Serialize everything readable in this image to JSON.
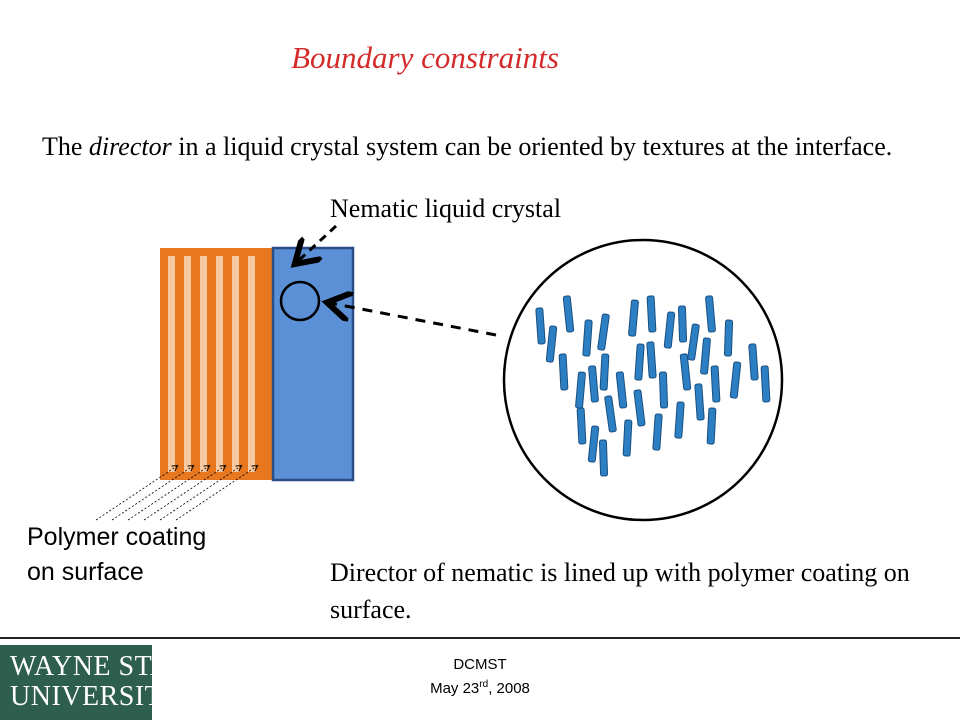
{
  "slide": {
    "title": "Boundary constraints",
    "intro_prefix": "The ",
    "intro_em": "director",
    "intro_suffix": " in a liquid crystal system can be oriented by textures at the interface.",
    "nematic_label": "Nematic liquid crystal",
    "polymer_label_line1": "Polymer coating",
    "polymer_label_line2": "on surface",
    "director_note": "Director of nematic is lined up with polymer coating on surface."
  },
  "footer": {
    "logo_line1": "WAYNE STATE",
    "logo_line2": "UNIVERSITY",
    "org": "DCMST",
    "date_prefix": "May 23",
    "date_sup": "rd",
    "date_suffix": ", 2008"
  },
  "colors": {
    "title_red": "#d42a2a",
    "substrate_orange": "#e8781f",
    "stripe_light": "#f7c9a0",
    "liquid_blue": "#5b8fd6",
    "rod_blue": "#2d7fc4",
    "logo_green": "#2e5e4e"
  }
}
